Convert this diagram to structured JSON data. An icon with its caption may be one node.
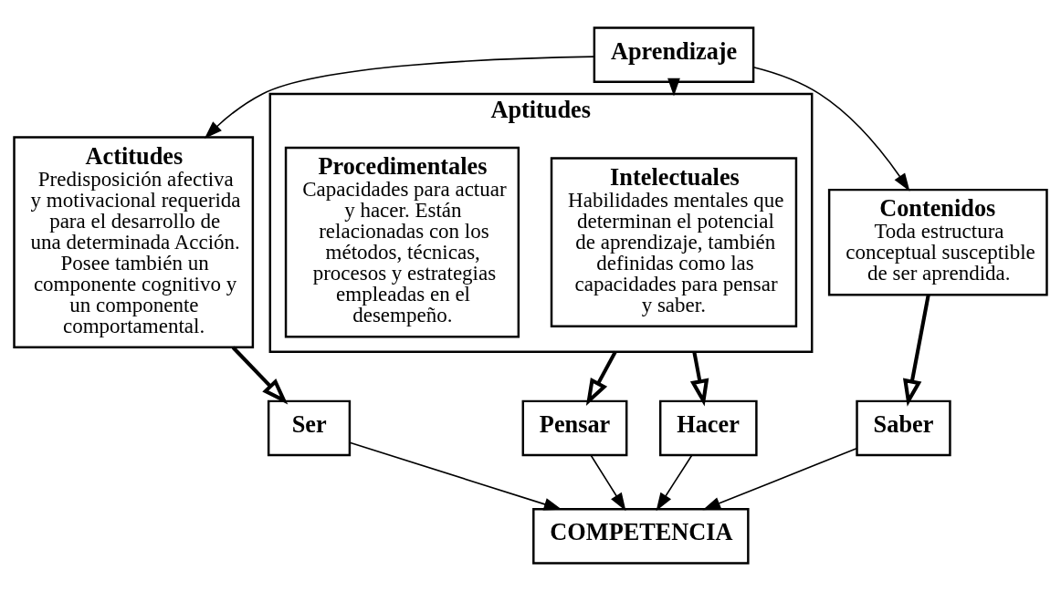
{
  "diagram": {
    "nodes": [
      {
        "text": [
          "Aprendizaje"
        ]
      },
      {
        "text": [
          "Actitudes",
          "Predisposición afectiva y motivacional requerida para el desarrollo de una determinada Acción. Posee también un componente cognitivo y un componente comportamental."
        ]
      },
      {
        "text": [
          "Aptitudes"
        ]
      },
      {
        "text": [
          "Intelectuales",
          "Habilidades mentales que determinan el potencial de aprendizaje, también definidas como las capacidades para pensar y saber."
        ],
        "in": 2
      },
      {
        "text": [
          "Procedimentales",
          "Capacidades para actuar y hacer. Están relacionadas con los métodos, técnicas, procesos y estrategias empleadas en el desempeño."
        ],
        "in": 2
      },
      {
        "text": [
          "Contenidos",
          "Toda estructura conceptual susceptible de ser aprendida."
        ]
      },
      {
        "text": [
          "Ser"
        ]
      },
      {
        "text": [
          "Pensar"
        ]
      },
      {
        "text": [
          "Hacer"
        ]
      },
      {
        "text": [
          "Saber"
        ]
      },
      {
        "text": [
          "COMPETENCIA"
        ]
      }
    ],
    "edges": [
      {
        "from": 0,
        "to": 1,
        "arrow": "to"
      },
      {
        "from": 0,
        "to": 2,
        "arrow": "to"
      },
      {
        "from": 0,
        "to": 5,
        "arrow": "to"
      },
      {
        "from": 1,
        "to": 6,
        "arrow": "to",
        "style": "thick"
      },
      {
        "from": 2,
        "to": 7,
        "arrow": "to",
        "style": "thick"
      },
      {
        "from": 2,
        "to": 8,
        "arrow": "to",
        "style": "thick"
      },
      {
        "from": 5,
        "to": 9,
        "arrow": "to",
        "style": "thick"
      },
      {
        "from": 6,
        "to": 10,
        "arrow": "to"
      },
      {
        "from": 7,
        "to": 10,
        "arrow": "to"
      },
      {
        "from": 8,
        "to": 10,
        "arrow": "to"
      },
      {
        "from": 9,
        "to": 10,
        "arrow": "to"
      }
    ]
  }
}
